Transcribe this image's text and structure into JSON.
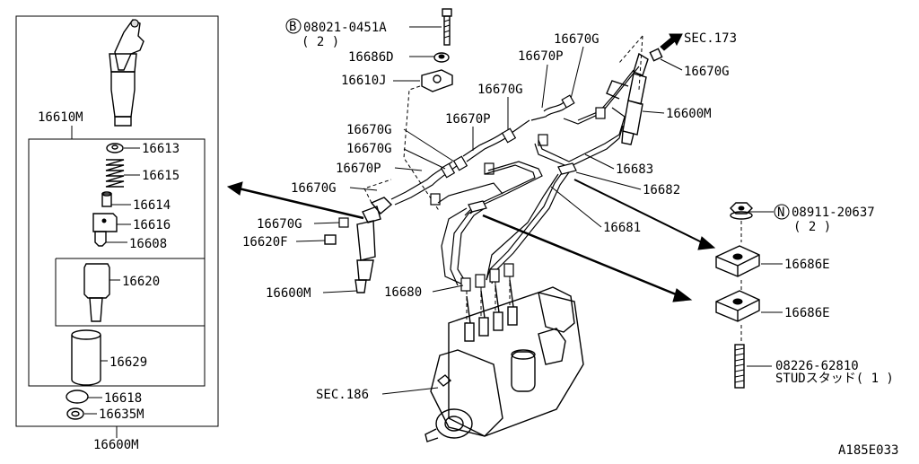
{
  "diagram_id": "A185E033",
  "sections": {
    "sec173": "SEC.173",
    "sec186": "SEC.186"
  },
  "bolt_callout": {
    "prefix": "B",
    "number": "08021-0451A",
    "qty": "( 2 )"
  },
  "nut_callout": {
    "prefix": "N",
    "number": "08911-20637",
    "qty": "( 2 )"
  },
  "stud_callout": {
    "number": "08226-62810",
    "desc": "STUDスタッド( 1 )"
  },
  "part_labels": {
    "p16686D": "16686D",
    "p16610J": "16610J",
    "p16670G_top": "16670G",
    "p16670P_top": "16670P",
    "p16670G_mid": "16670G",
    "p16670P_mid": "16670P",
    "p16670G_right": "16670G",
    "p16600M_right": "16600M",
    "p16670G_a": "16670G",
    "p16670G_b": "16670G",
    "p16670P_left": "16670P",
    "p16670G_left": "16670G",
    "p16670G_left2": "16670G",
    "p16620F": "16620F",
    "p16600M_left": "16600M",
    "p16683": "16683",
    "p16682": "16682",
    "p16681": "16681",
    "p16680": "16680",
    "p16686E_a": "16686E",
    "p16686E_b": "16686E"
  },
  "inset": {
    "outer_label": "16610M",
    "bottom_label": "16600M",
    "items": [
      "16613",
      "16615",
      "16614",
      "16616",
      "16608",
      "16620",
      "16629",
      "16618",
      "16635M"
    ]
  }
}
